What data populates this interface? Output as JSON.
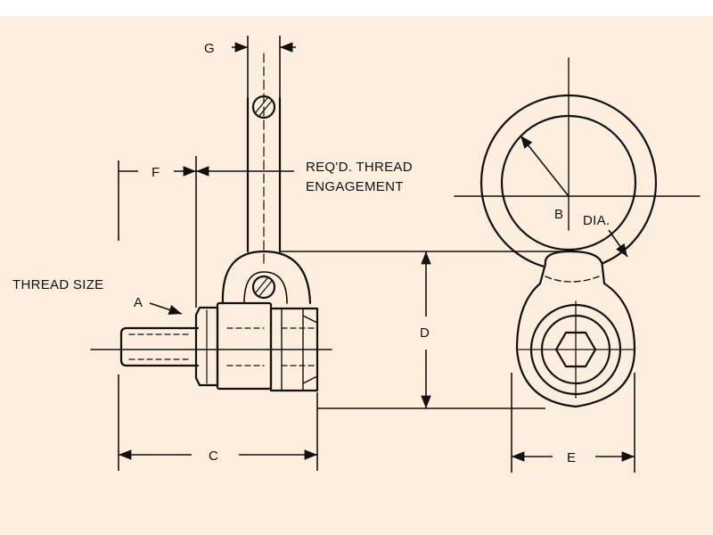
{
  "colors": {
    "background": "#fdeedd",
    "ink": "#111111"
  },
  "dimensions": {
    "a": "A",
    "b": "B",
    "c": "C",
    "d": "D",
    "e": "E",
    "f": "F",
    "g": "G"
  },
  "notes": {
    "thread_size": "THREAD SIZE",
    "reqd_thread_line1": "REQ'D. THREAD",
    "reqd_thread_line2": "ENGAGEMENT",
    "dia": "DIA."
  }
}
